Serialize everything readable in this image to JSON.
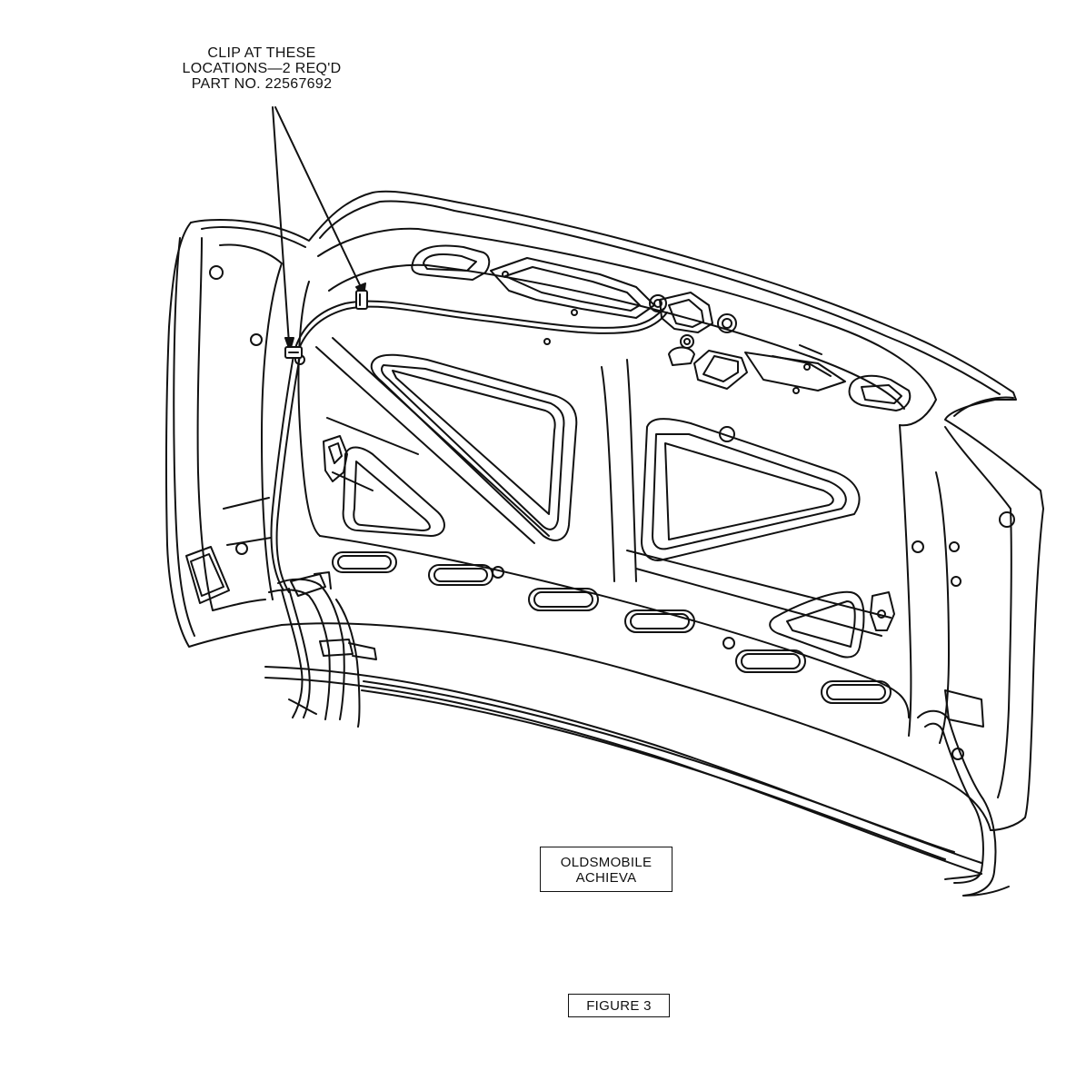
{
  "callout": {
    "line1": "CLIP AT THESE",
    "line2": "LOCATIONS—2 REQ'D",
    "line3": "PART NO. 22567692"
  },
  "model_label": {
    "line1": "OLDSMOBILE",
    "line2": "ACHIEVA"
  },
  "figure_label": "FIGURE 3"
}
